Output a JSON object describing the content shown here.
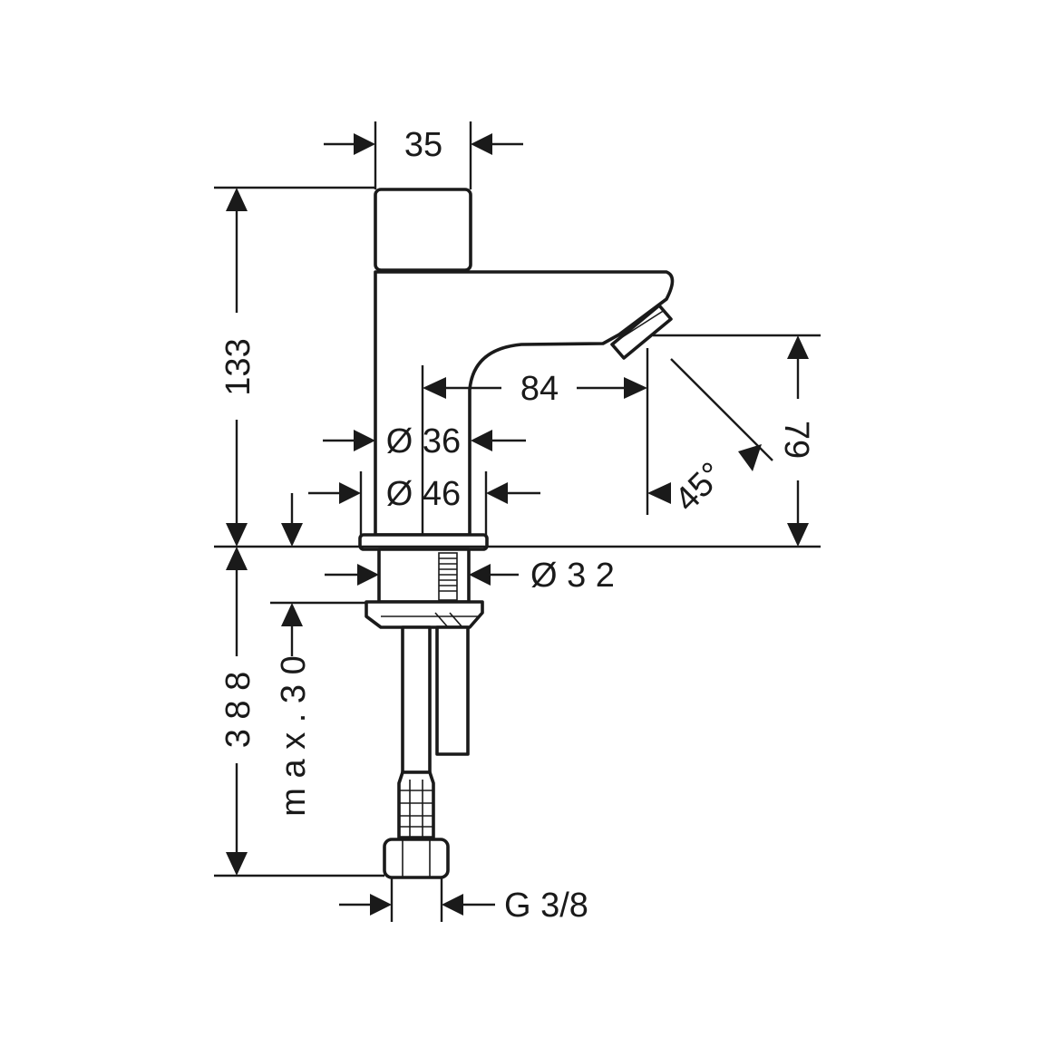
{
  "drawing": {
    "dimensions": {
      "width_35": "35",
      "height_133": "133",
      "reach_84": "84",
      "height_79": "79",
      "diameter_36": "Ø 36",
      "diameter_46": "Ø 46",
      "angle_45": "45°",
      "diameter_32": "Ø 3 2",
      "length_388": "3 8 8",
      "max_30": "m a x . 3 0",
      "thread_g38": "G 3/8"
    }
  }
}
